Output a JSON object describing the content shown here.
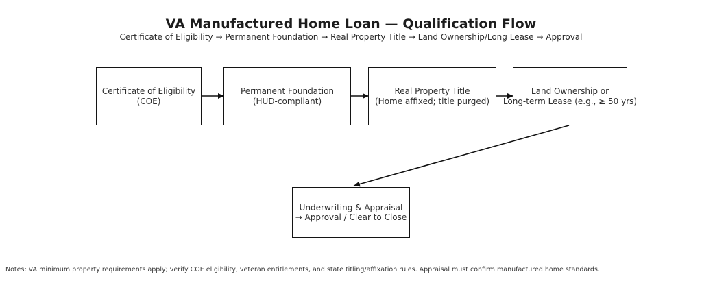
{
  "header": {
    "title": "VA Manufactured Home Loan — Qualification Flow",
    "subtitle": "Certificate of Eligibility → Permanent Foundation → Real Property Title → Land Ownership/Long Lease → Approval"
  },
  "flow": {
    "boxes": [
      {
        "id": "coe",
        "line1": "Certificate of Eligibility",
        "line2": "(COE)"
      },
      {
        "id": "foundation",
        "line1": "Permanent Foundation",
        "line2": "(HUD-compliant)"
      },
      {
        "id": "real-title",
        "line1": "Real Property Title",
        "line2": "(Home affixed; title purged)"
      },
      {
        "id": "land",
        "line1": "Land Ownership or",
        "line2": "Long-term Lease (e.g., ≥ 50 yrs)"
      },
      {
        "id": "underwriting",
        "line1": "Underwriting & Appraisal",
        "line2": "→ Approval / Clear to Close"
      }
    ],
    "arrows": [
      "coe to foundation",
      "foundation to real-title",
      "real-title to land",
      "land to underwriting"
    ]
  },
  "notes": "Notes: VA minimum property requirements apply; verify COE eligibility, veteran entitlements, and state titling/affixation rules. Appraisal must confirm manufactured home standards.",
  "colors": {
    "background": "#ffffff",
    "title": "#1c1c1c",
    "subtitle": "#2a2a2a",
    "box_border": "#141414",
    "box_text": "#2e2e2e",
    "arrow": "#111111",
    "notes": "#3a3a3a"
  }
}
